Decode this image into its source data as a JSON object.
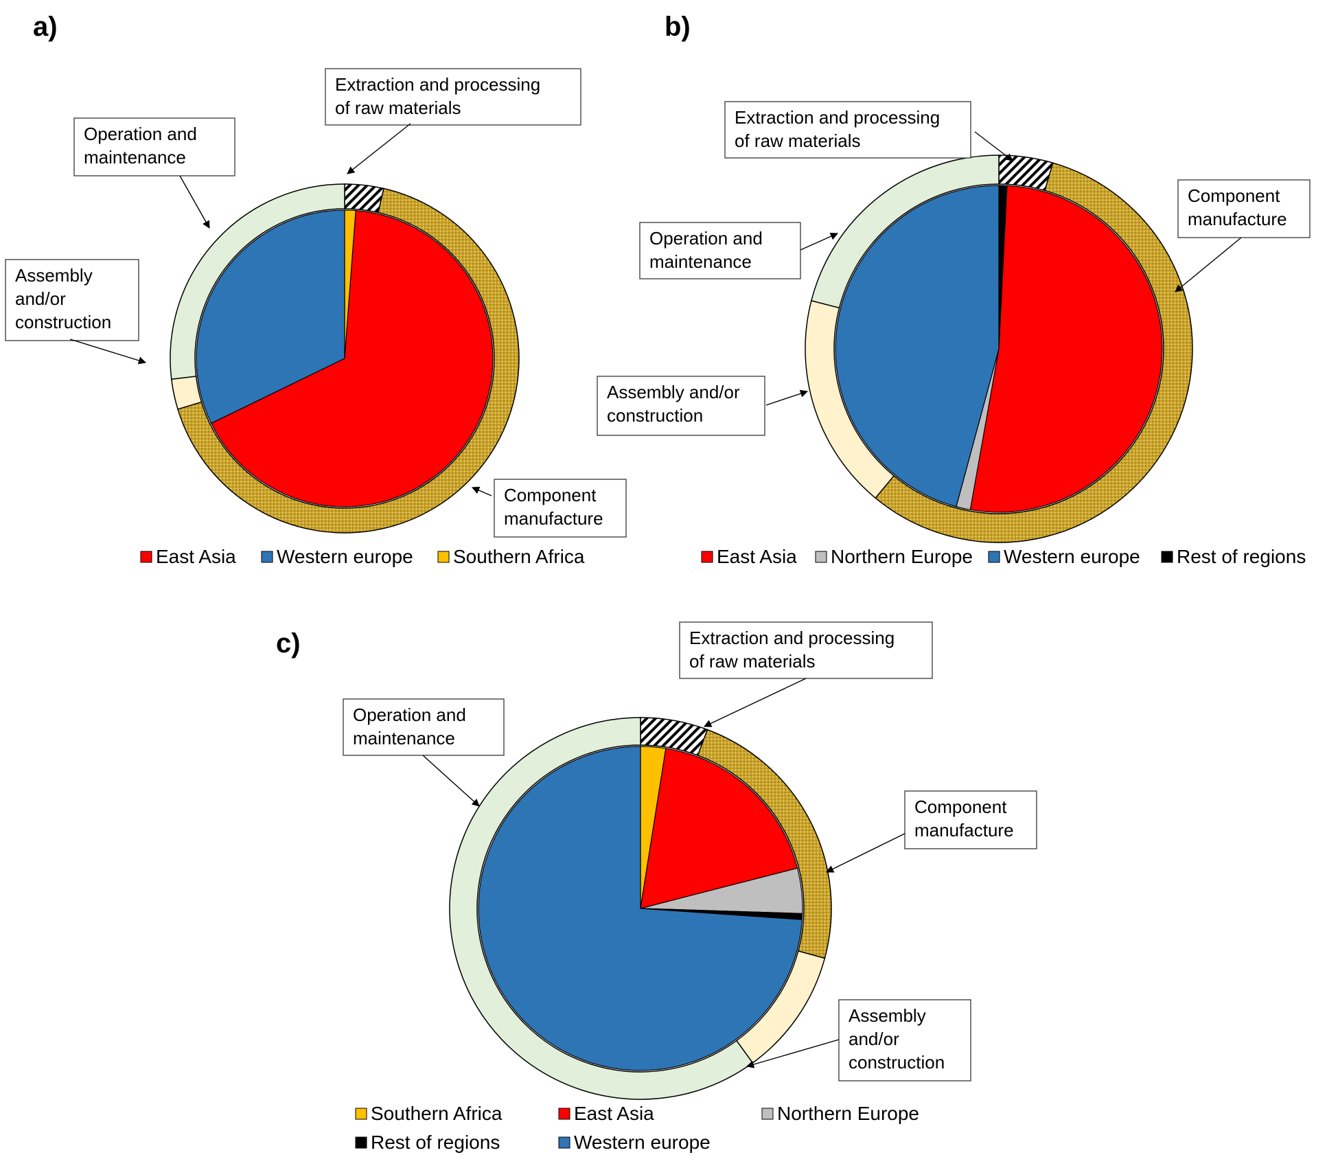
{
  "figure": {
    "colors": {
      "east_asia": "#FF0000",
      "western_europe": "#2E75B6",
      "southern_africa": "#FFC000",
      "northern_europe": "#BFBFBF",
      "rest_of_regions": "#000000",
      "extraction_ring": "hatched-black-white",
      "component_ring": "#C9A227",
      "assembly_ring": "#FFF2CC",
      "operation_ring": "#E2EFDA"
    }
  },
  "chart_data": [
    {
      "type": "pie",
      "panel_label": "a)",
      "title": "",
      "inner": {
        "slices": [
          {
            "key": "southern_africa",
            "label": "Southern Africa",
            "value": 1.2
          },
          {
            "key": "east_asia",
            "label": "East Asia",
            "value": 66.6
          },
          {
            "key": "western_europe",
            "label": "Western europe",
            "value": 32.2
          }
        ]
      },
      "outer": {
        "slices": [
          {
            "key": "extraction_ring",
            "label": "Extraction and processing of raw materials",
            "value": 3.6
          },
          {
            "key": "component_ring",
            "label": "Component manufacture",
            "value": 66.7
          },
          {
            "key": "assembly_ring",
            "label": "Assembly and/or construction",
            "value": 2.8
          },
          {
            "key": "operation_ring",
            "label": "Operation and maintenance",
            "value": 26.9
          }
        ]
      },
      "callouts": [
        {
          "lines": [
            "Extraction and processing",
            "of raw materials"
          ]
        },
        {
          "lines": [
            "Operation and",
            "maintenance"
          ]
        },
        {
          "lines": [
            "Assembly",
            "and/or",
            "construction"
          ]
        },
        {
          "lines": [
            "Component",
            "manufacture"
          ]
        }
      ],
      "legend": [
        "East Asia",
        "Western europe",
        "Southern Africa"
      ]
    },
    {
      "type": "pie",
      "panel_label": "b)",
      "title": "",
      "inner": {
        "slices": [
          {
            "key": "rest_of_regions",
            "label": "Rest of regions",
            "value": 0.8
          },
          {
            "key": "east_asia",
            "label": "East Asia",
            "value": 52.0
          },
          {
            "key": "northern_europe",
            "label": "Northern Europe",
            "value": 1.4
          },
          {
            "key": "western_europe",
            "label": "Western europe",
            "value": 45.8
          }
        ]
      },
      "outer": {
        "slices": [
          {
            "key": "extraction_ring",
            "label": "Extraction and processing of raw materials",
            "value": 4.5
          },
          {
            "key": "component_ring",
            "label": "Component manufacture",
            "value": 56.5
          },
          {
            "key": "assembly_ring",
            "label": "Assembly and/or construction",
            "value": 18.0
          },
          {
            "key": "operation_ring",
            "label": "Operation and maintenance",
            "value": 21.0
          }
        ]
      },
      "callouts": [
        {
          "lines": [
            "Extraction and processing",
            "of raw materials"
          ]
        },
        {
          "lines": [
            "Component",
            "manufacture"
          ]
        },
        {
          "lines": [
            "Operation and",
            "maintenance"
          ]
        },
        {
          "lines": [
            "Assembly and/or",
            "construction"
          ]
        }
      ],
      "legend": [
        "East Asia",
        "Northern Europe",
        "Western europe",
        "Rest of regions"
      ]
    },
    {
      "type": "pie",
      "panel_label": "c)",
      "title": "",
      "inner": {
        "slices": [
          {
            "key": "southern_africa",
            "label": "Southern Africa",
            "value": 2.5
          },
          {
            "key": "east_asia",
            "label": "East Asia",
            "value": 18.5
          },
          {
            "key": "northern_europe",
            "label": "Northern Europe",
            "value": 4.5
          },
          {
            "key": "rest_of_regions",
            "label": "Rest of regions",
            "value": 0.6
          },
          {
            "key": "western_europe",
            "label": "Western europe",
            "value": 73.9
          }
        ]
      },
      "outer": {
        "slices": [
          {
            "key": "extraction_ring",
            "label": "Extraction and processing of raw materials",
            "value": 5.7
          },
          {
            "key": "component_ring",
            "label": "Component manufacture",
            "value": 23.5
          },
          {
            "key": "assembly_ring",
            "label": "Assembly and/or construction",
            "value": 10.8
          },
          {
            "key": "operation_ring",
            "label": "Operation and maintenance",
            "value": 60.0
          }
        ]
      },
      "callouts": [
        {
          "lines": [
            "Extraction and processing",
            "of raw materials"
          ]
        },
        {
          "lines": [
            "Operation and",
            "maintenance"
          ]
        },
        {
          "lines": [
            "Component",
            "manufacture"
          ]
        },
        {
          "lines": [
            "Assembly",
            "and/or",
            "construction"
          ]
        }
      ],
      "legend": [
        "Southern Africa",
        "East Asia",
        "Northern Europe",
        "Rest of regions",
        "Western europe"
      ]
    }
  ]
}
